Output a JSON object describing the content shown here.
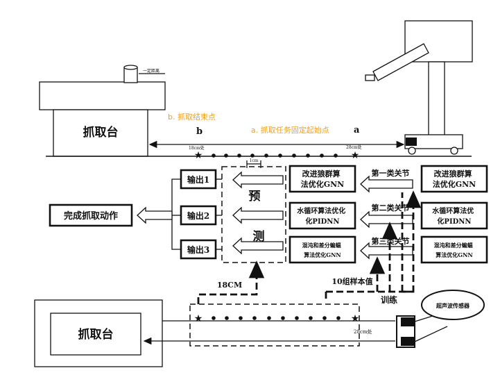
{
  "top": {
    "station_label": "抓取台",
    "bottle_note": "一定距离",
    "label_b": "b. 抓取结束点",
    "label_a": "a. 抓取任务固定起始点",
    "letter_b": "b",
    "letter_a": "a",
    "dist_18": "18cm处",
    "dist_28": "28cm处",
    "dim_1cm": "1cm"
  },
  "outputs": [
    "输出1",
    "输出2",
    "输出3"
  ],
  "complete_label": "完成抓取动作",
  "predict_label_1": "预",
  "predict_label_2": "测",
  "middle_algorithms": [
    "改进狼群算\n法优化GNN",
    "水循环算法优化\n化PIDNN",
    "混沌和差分蝙蝠\n算法优化GNN"
  ],
  "right_algorithms": [
    "改进狼群算\n法优化GNN",
    "水循环算法优\n化PIDNN",
    "混沌和差分蝙蝠\n算法优化GNN"
  ],
  "joint_classes": [
    "第一类关节",
    "第二类关节",
    "第三类关节"
  ],
  "label_18cm": "18CM",
  "samples_label": "10组样本值",
  "train_label": "训练",
  "bottom": {
    "station_label": "抓取台",
    "dist_28": "28cm处",
    "sensor_label": "超声波传感器"
  }
}
